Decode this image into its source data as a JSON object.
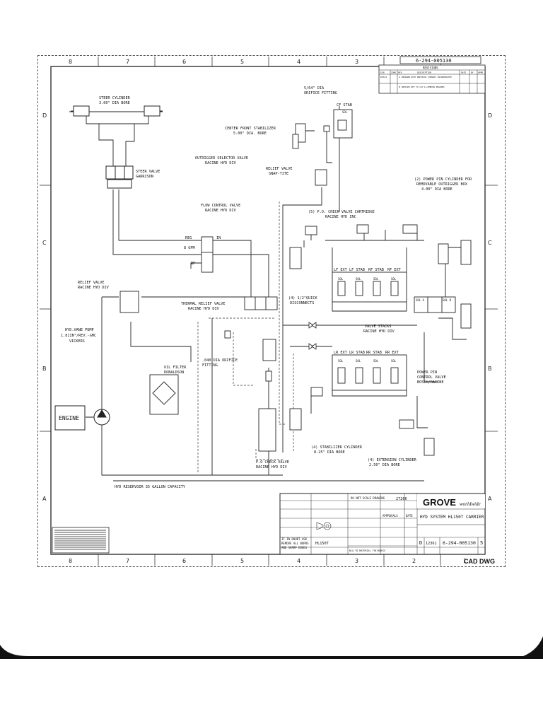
{
  "document": {
    "drawing_number_top": "6-294-005130",
    "revision_title": "REVISIONS",
    "revision_headers": [
      "ECN",
      "ZONE",
      "REV",
      "DESCRIPTION",
      "DATE",
      "BY",
      "APPR"
    ],
    "revision_rows": [
      [
        "82334",
        "",
        "A",
        "REDRAWN WITH PREVIOUS CHANGES INCORPORATED",
        "",
        "",
        ""
      ],
      [
        "",
        "",
        "B",
        "REVISED REF TO CAT & CUMMINS ENGINES",
        "",
        "",
        ""
      ]
    ],
    "cad_mark": "CAD DWG"
  },
  "grid": {
    "columns": [
      "8",
      "7",
      "6",
      "5",
      "4",
      "3",
      "2",
      "1"
    ],
    "rows": [
      "D",
      "C",
      "B",
      "A"
    ]
  },
  "components": {
    "steer_cylinder": [
      "STEER CYLINDER",
      "3.00\" DIA BORE"
    ],
    "steer_valve": [
      "STEER VALVE",
      "GARRISON"
    ],
    "orifice_fitting": [
      "5/64\" DIA",
      "ORIFICE FITTING"
    ],
    "cf_stab": [
      "CF STAB",
      "SOL"
    ],
    "center_front_stabilizer": [
      "CENTER FRONT STABILIZER",
      "5.00\" DIA. BORE"
    ],
    "outrigger_selector": [
      "OUTRIGGER SELECTOR VALVE",
      "RACINE HYD DIV"
    ],
    "relief_valve_snaptite": [
      "RELIEF VALVE",
      "SNAP-TITE"
    ],
    "power_pin_cylinder": [
      "(2) POWER PIN CYLINDER FOR",
      "REMOVABLE OUTRIGGER BOX",
      "4.00\" DIA BORE"
    ],
    "flow_control": [
      "FLOW CONTROL VALVE",
      "RACINE HYD DIV"
    ],
    "flow_ports": [
      "REG",
      "IN",
      "8 GPM",
      "BP"
    ],
    "po_check_cartridge": [
      "(5) P.O. CHECK VALVE CARTRIDGE",
      "RACINE HYD INC"
    ],
    "relief_valve_racine": [
      "RELIEF VALVE",
      "RACINE HYD DIV"
    ],
    "thermal_relief": [
      "THERMAL RELIEF VALVE",
      "RACINE HYD DIV"
    ],
    "quick_disconnects": [
      "(4) 1/2\"QUICK",
      "DISCONNECTS"
    ],
    "valve_stacks": [
      "VALVE STACKS",
      "RACINE HYD DIV"
    ],
    "upper_stack_labels": [
      "LF EXT",
      "LF STAB",
      "RF STAB",
      "RF EXT"
    ],
    "lower_stack_labels": [
      "LR EXT",
      "LR STAB",
      "RR STAB",
      "RR EXT"
    ],
    "sol": "SOL",
    "hyd_vane_pump": [
      "HYD.VANE PUMP",
      "1.81IN³/REV.-GMC",
      "VICKERS"
    ],
    "oil_filter": [
      "OIL FILTER",
      "DONALDSON"
    ],
    "orifice_040": [
      ".040 DIA ORIFICE",
      "FITTING"
    ],
    "power_pin_control": [
      "POWER PIN",
      "CONTROL VALVE",
      "BOSCH/RACINE"
    ],
    "sol_a_b": [
      "SOL A",
      "SOL B"
    ],
    "engine": "ENGINE",
    "stabilizer_cylinder": [
      "(4) STABILIZER CYLINDER",
      "8.25\" DIA BORE"
    ],
    "po_check_valve": [
      "P.O CHECK VALVE",
      "RACINE HYD DIV"
    ],
    "extension_cylinder": [
      "(4) EXTENSION CYLINDER",
      "2.50\" DIA BORE"
    ],
    "reservoir": "HYD RESERVOIR 35 GALLON CAPACITY"
  },
  "title_block": {
    "do_not_scale": "DO NOT SCALE DRAWING",
    "company": "GROVE",
    "company_suffix": "worldwide",
    "title": "HYD SYSTEM HL150T CARRIER",
    "size": "D",
    "cage": "12361",
    "drawing_number": "6-294-005130",
    "rev": "5",
    "model": "HL150T",
    "job": "27266",
    "deburr_note": [
      "IF IN DOUBT ASK",
      "REMOVE ALL BURRS",
      "AND SHARP EDGES"
    ],
    "approvals": "APPROVALS",
    "date": "DATE",
    "material_note": "N/A TO MATERIAL THICKNESS"
  }
}
